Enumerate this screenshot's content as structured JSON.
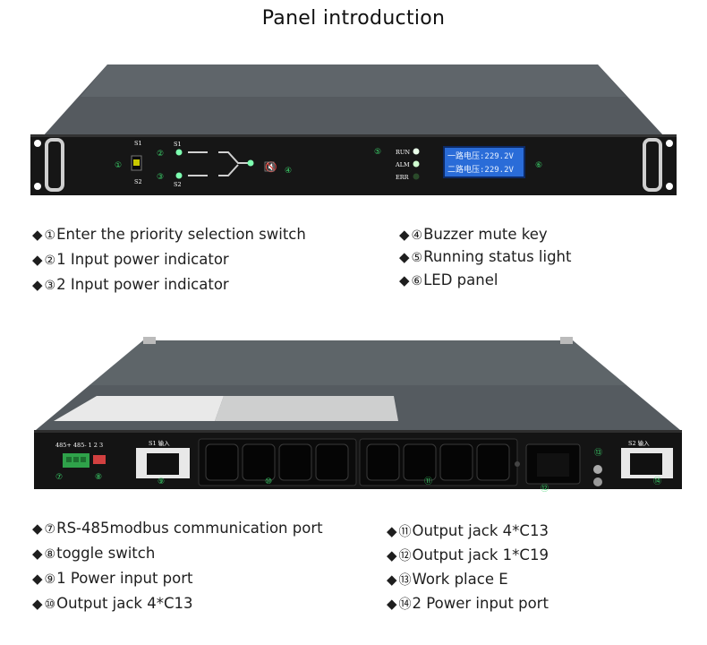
{
  "title": "Panel introduction",
  "front": {
    "s1": "S1",
    "s2": "S2",
    "run": "RUN",
    "alm": "ALM",
    "err": "ERR",
    "lcd_line1": "一路电压:229.2V",
    "lcd_line2": "二路电压:229.2V",
    "markers": [
      "①",
      "②",
      "③",
      "④",
      "⑤",
      "⑥"
    ]
  },
  "rear": {
    "port_label": "485+ 485- 1 2 3",
    "s1_input": "S1 输入",
    "s2_input": "S2 输入",
    "markers": [
      "⑦",
      "⑧",
      "⑨",
      "⑩",
      "⑪",
      "⑫",
      "⑬",
      "⑭"
    ]
  },
  "front_legend": {
    "left": [
      {
        "num": "①",
        "text": "Enter the priority selection switch"
      },
      {
        "num": "②",
        "text": "1 Input power indicator"
      },
      {
        "num": "③",
        "text": "2 Input power indicator"
      }
    ],
    "right": [
      {
        "num": "④",
        "text": "Buzzer mute key"
      },
      {
        "num": "⑤",
        "text": "Running status light"
      },
      {
        "num": "⑥",
        "text": "LED panel"
      }
    ]
  },
  "rear_legend": {
    "left": [
      {
        "num": "⑦",
        "text": "RS-485modbus communication port"
      },
      {
        "num": "⑧",
        "text": "toggle switch"
      },
      {
        "num": "⑨",
        "text": "1 Power input port"
      },
      {
        "num": "⑩",
        "text": "Output jack 4*C13"
      }
    ],
    "right": [
      {
        "num": "⑪",
        "text": "Output jack 4*C13"
      },
      {
        "num": "⑫",
        "text": "Output jack 1*C19"
      },
      {
        "num": "⑬",
        "text": "Work place E"
      },
      {
        "num": "⑭",
        "text": "2 Power input port"
      }
    ]
  },
  "diamond": "◆",
  "colors": {
    "marker": "#3bd16a",
    "lcd": "#2a6cd8",
    "led": "#7dffb0"
  }
}
